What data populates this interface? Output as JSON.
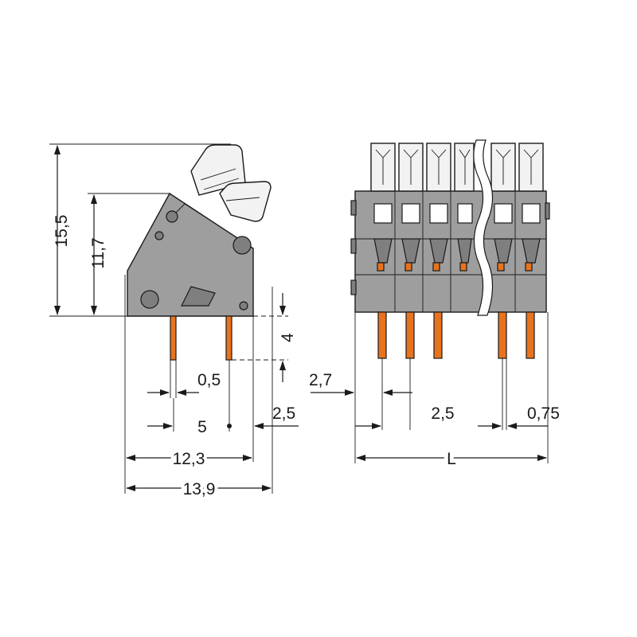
{
  "colors": {
    "housing": "#9e9e9e",
    "housing_dark": "#7f7f7f",
    "lever": "#f2f2f2",
    "pin": "#e8731e"
  },
  "dimensions": {
    "total_height": "15,5",
    "body_height": "11,7",
    "pin_length": "4",
    "pin_width": "0,5",
    "pin_spacing": "5",
    "side_offset": "2,5",
    "width_inner": "12,3",
    "width_outer": "13,9",
    "front_edge": "2,7",
    "pitch": "2,5",
    "end_offset": "0,75",
    "length": "L"
  }
}
